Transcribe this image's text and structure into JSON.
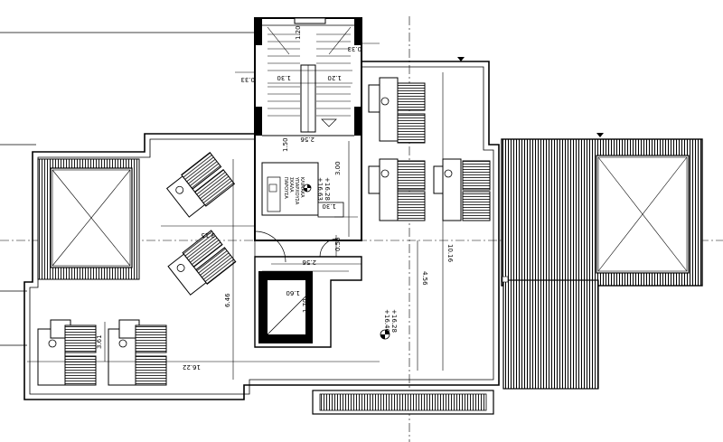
{
  "plan": {
    "dimensions": {
      "stair_up": "1.20",
      "top_offset": "0.33",
      "left_offset": "0.33",
      "stair_run_left": "1.30",
      "stair_run_right": "1.20",
      "stair_landing": "1.50",
      "corridor_width": "2.56",
      "shaft_width": "3.00",
      "niche_width": "1.30",
      "lift_top": "2.56",
      "lift_side": "0.55",
      "lift_cabin_w": "1.60",
      "lift_cabin_h": "1.70",
      "room_width": "3.15",
      "left_height": "6.46",
      "table_gap": "3.61",
      "total_width": "16.22",
      "right_depth": "4.56",
      "right_height": "10.16"
    },
    "levels": {
      "upper_a": "+16.63",
      "upper_b": "+16.28",
      "lower_a": "+16.46",
      "lower_b": "+16.28"
    },
    "stair_text": [
      "ΠΑΡΟΥΣΑ",
      "ΣΚΑΛΑ",
      "ΥΠΑΡΧΟΥΣΑ",
      "ΚΛΙΜΑΚΑ"
    ]
  }
}
